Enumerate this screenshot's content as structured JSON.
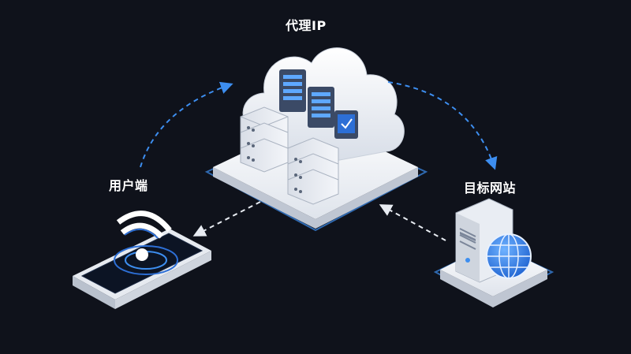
{
  "labels": {
    "proxy": "代理IP",
    "client": "用户端",
    "target": "目标网站"
  },
  "colors": {
    "background": "#0f121b",
    "accent_blue": "#3d8ef0",
    "dashed_white": "#e8ecf2",
    "platform": "#eef1f6",
    "screen_blue": "#2d6fd6"
  },
  "icons": [
    "cloud-icon",
    "server-rack-icon",
    "monitor-icon",
    "smartphone-icon",
    "wifi-icon",
    "globe-icon",
    "tower-server-icon"
  ]
}
